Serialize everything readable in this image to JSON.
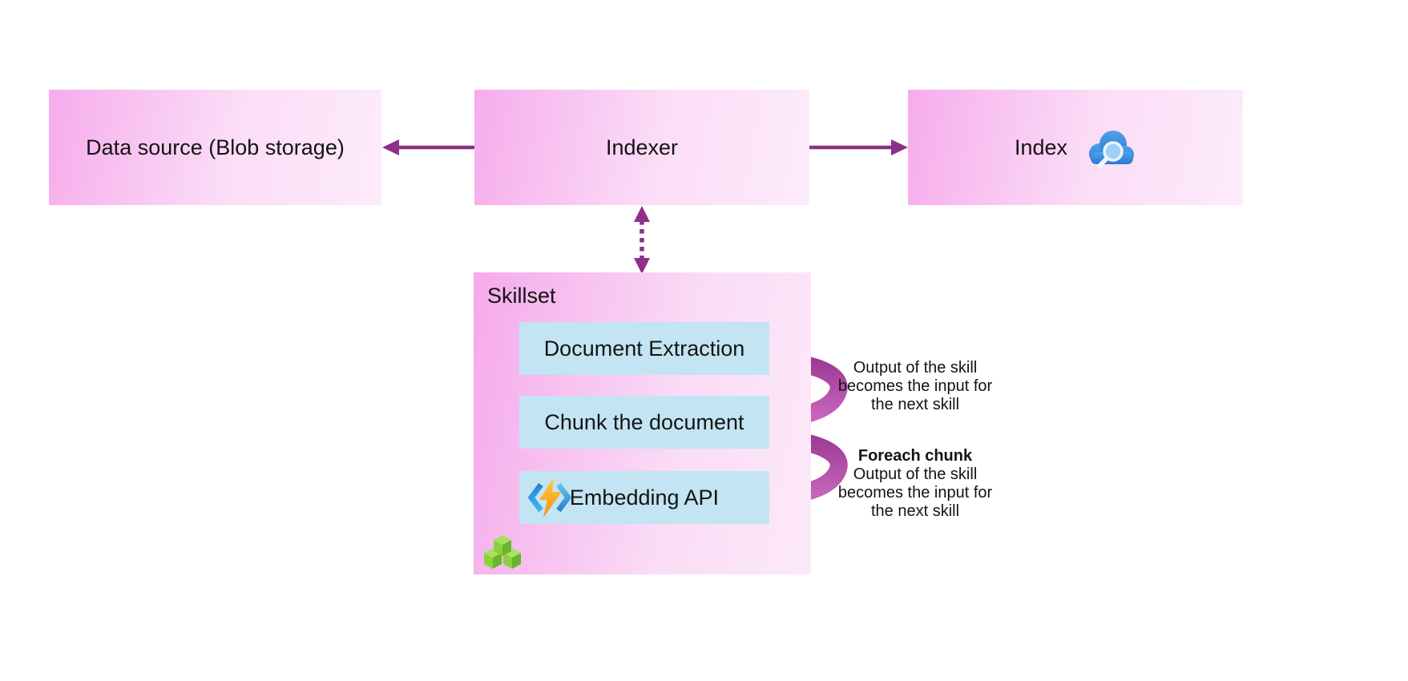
{
  "colors": {
    "node_gradient_start": "#F6ACEC",
    "node_gradient_end": "#FDEBFA",
    "skill_box_fill": "#C3E4F2",
    "solid_arrow": "#8E2F88",
    "curved_arrow_dark": "#9C3B95",
    "curved_arrow_light": "#CD6EC0",
    "text": "#141414",
    "cloud_icon_blue": "#3487DD",
    "bolt_orange": "#F78E12",
    "cubes_green": "#8BD23E"
  },
  "nodes": {
    "data_source": {
      "label": "Data source (Blob storage)"
    },
    "indexer": {
      "label": "Indexer"
    },
    "index": {
      "label": "Index",
      "icon": "cloud-search-icon"
    },
    "skillset": {
      "label": "Skillset",
      "icon": "cubes-icon",
      "skills": [
        {
          "label": "Document Extraction"
        },
        {
          "label": "Chunk the document"
        },
        {
          "label": "Embedding API",
          "icon": "azure-functions-icon"
        }
      ]
    }
  },
  "connectors": [
    {
      "from": "indexer",
      "to": "data_source",
      "style": "solid-arrow"
    },
    {
      "from": "indexer",
      "to": "index",
      "style": "solid-arrow"
    },
    {
      "from": "indexer",
      "to": "skillset",
      "style": "dotted-double-arrow"
    },
    {
      "from": "document_extraction",
      "to": "chunk_the_document",
      "style": "curved-arrow"
    },
    {
      "from": "chunk_the_document",
      "to": "embedding_api",
      "style": "curved-arrow"
    }
  ],
  "annotations": [
    {
      "lines": [
        "Output of the skill",
        "becomes the input for",
        "the next skill"
      ]
    },
    {
      "title": "Foreach chunk",
      "lines": [
        "Output of the skill",
        "becomes the input for",
        "the next skill"
      ]
    }
  ]
}
